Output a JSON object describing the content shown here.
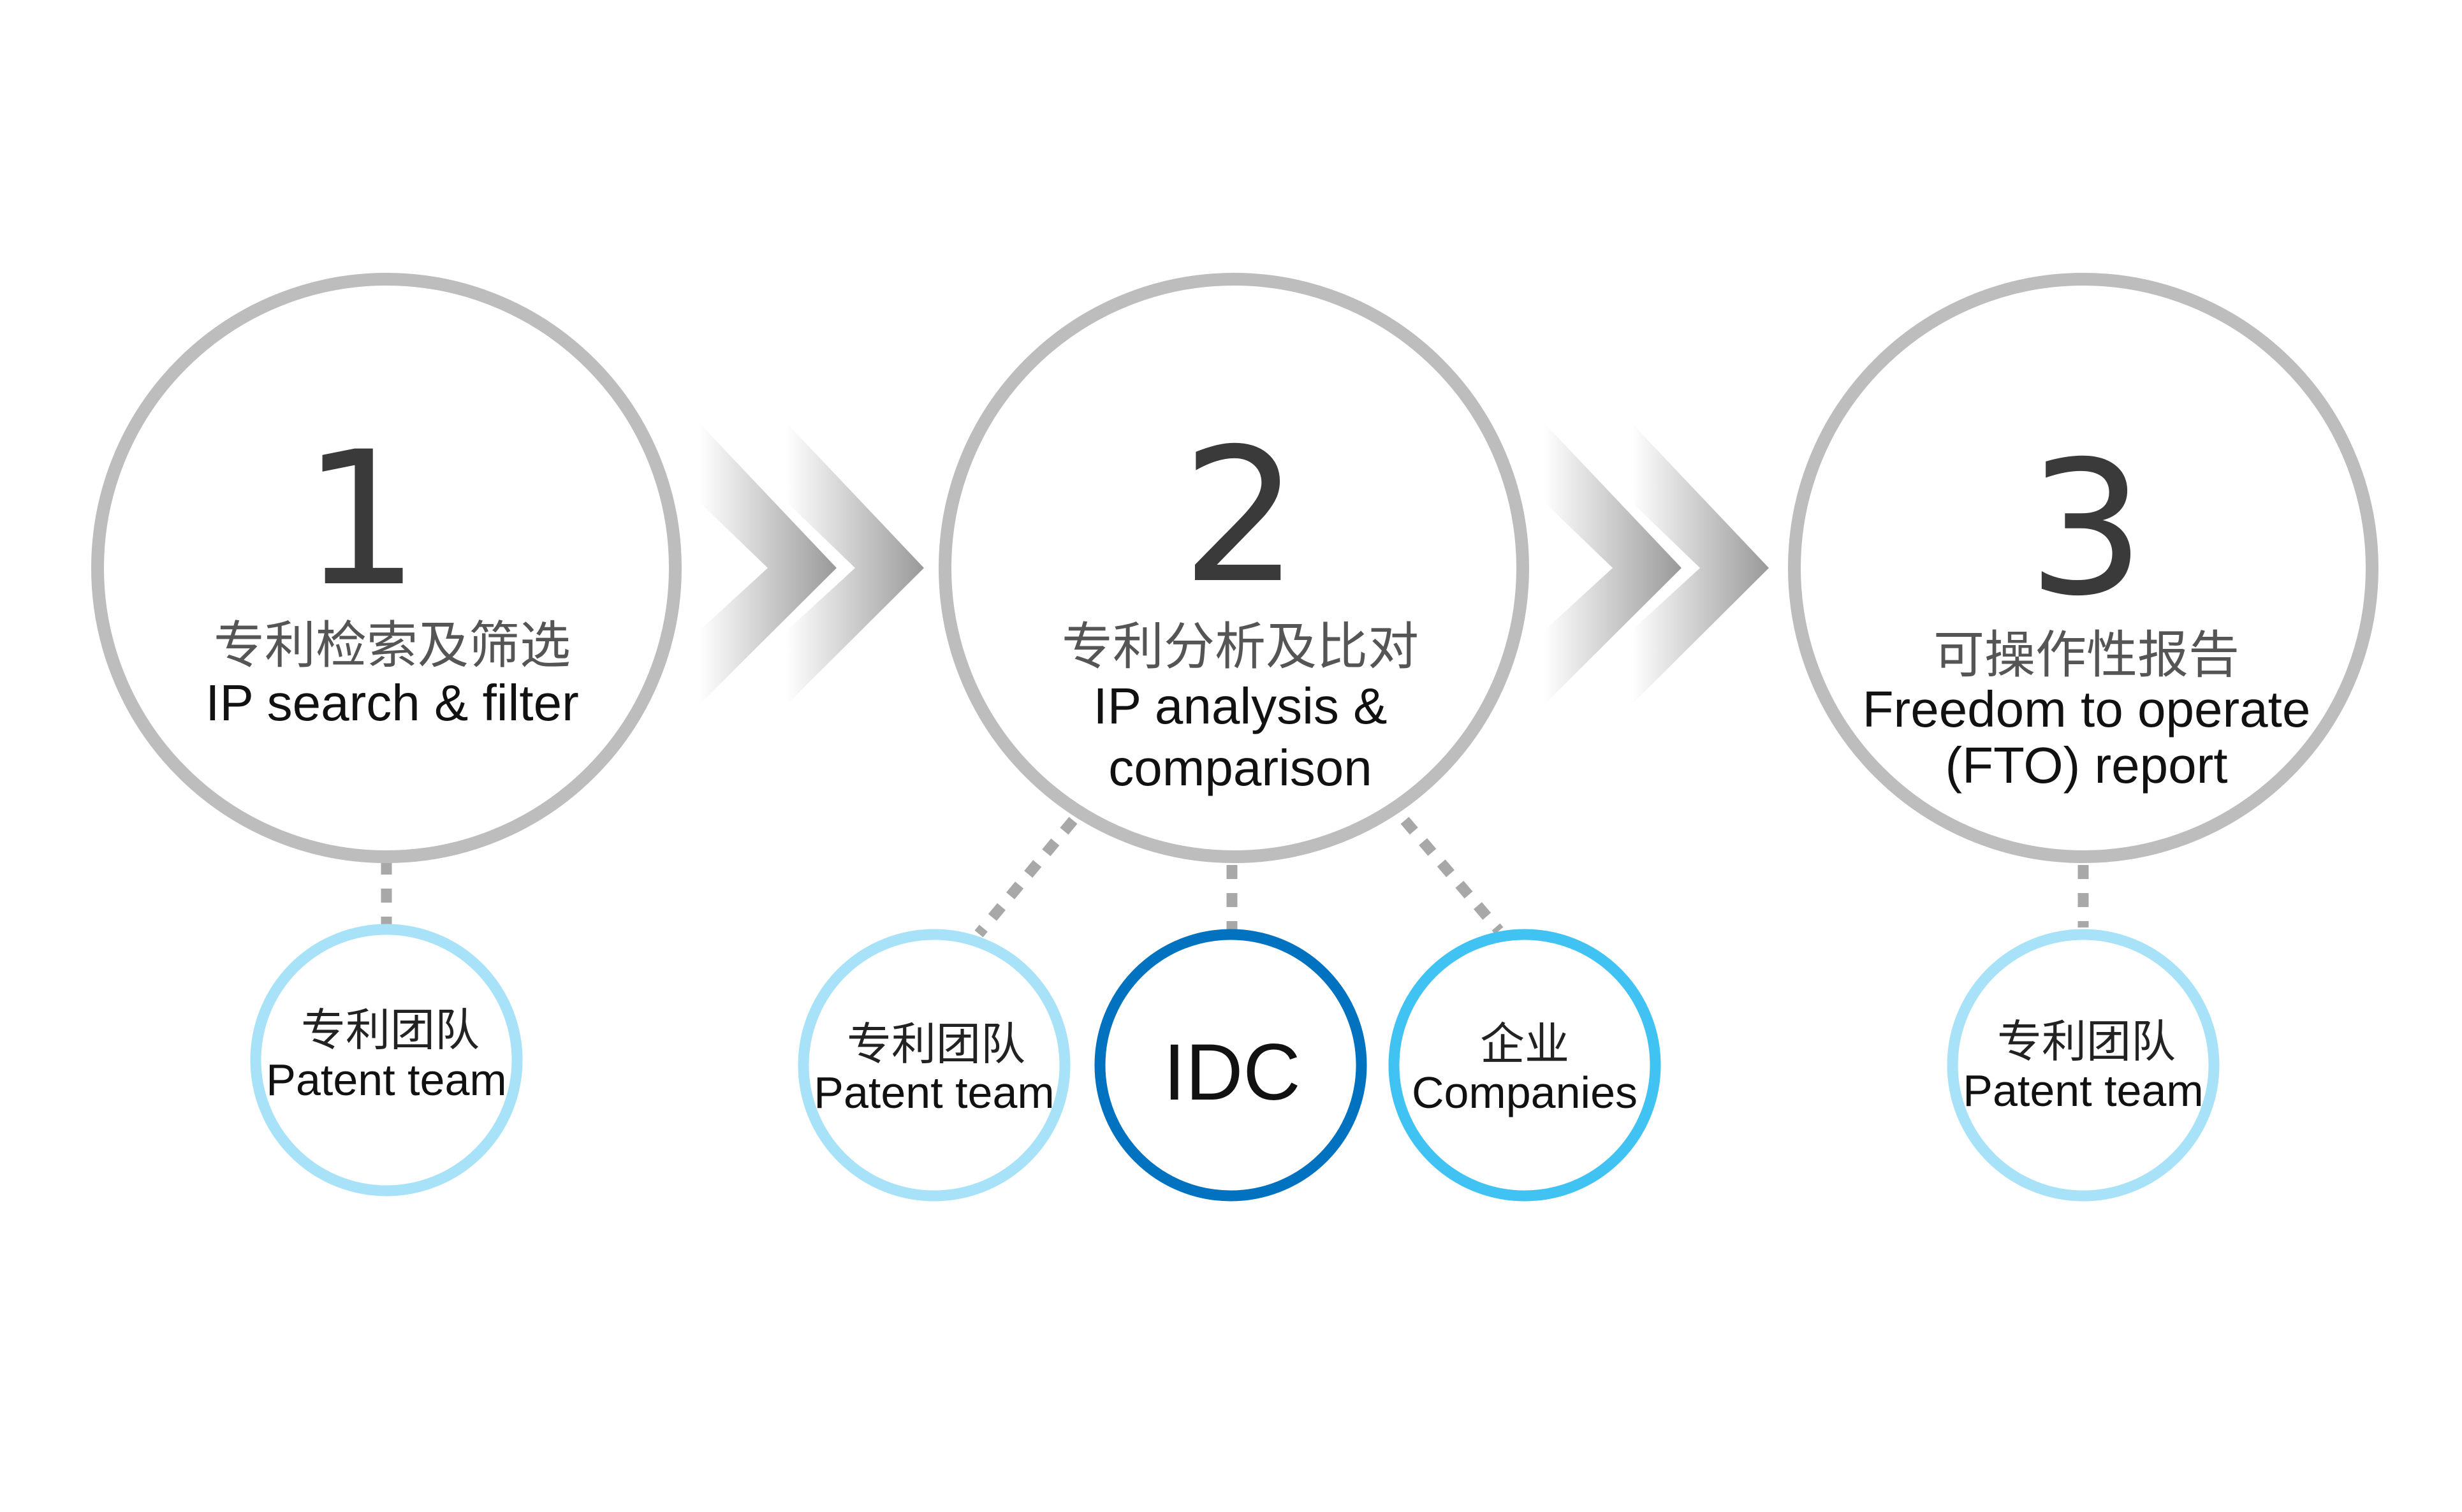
{
  "steps": [
    {
      "number": "1",
      "zh": "专利检索及筛选",
      "en_lines": [
        "IP search & filter"
      ]
    },
    {
      "number": "2",
      "zh": "专利分析及比对",
      "en_lines": [
        "IP analysis &",
        "comparison"
      ]
    },
    {
      "number": "3",
      "zh": "可操作性报告",
      "en_lines": [
        "Freedom to operate",
        "(FTO) report"
      ]
    }
  ],
  "participants": [
    {
      "zh": "专利团队",
      "en": "Patent team",
      "color": "#a8e2f8"
    },
    {
      "zh": "专利团队",
      "en": "Patent team",
      "color": "#a8e2f8"
    },
    {
      "label": "IDC",
      "color": "#0072c0"
    },
    {
      "zh": "企业",
      "en": "Companies",
      "color": "#40c3f2"
    },
    {
      "zh": "专利团队",
      "en": "Patent team",
      "color": "#a8e2f8"
    }
  ],
  "colors": {
    "ring": "#bdbdbd",
    "connector": "#a8a8a8",
    "number": "#3a3a3a"
  }
}
